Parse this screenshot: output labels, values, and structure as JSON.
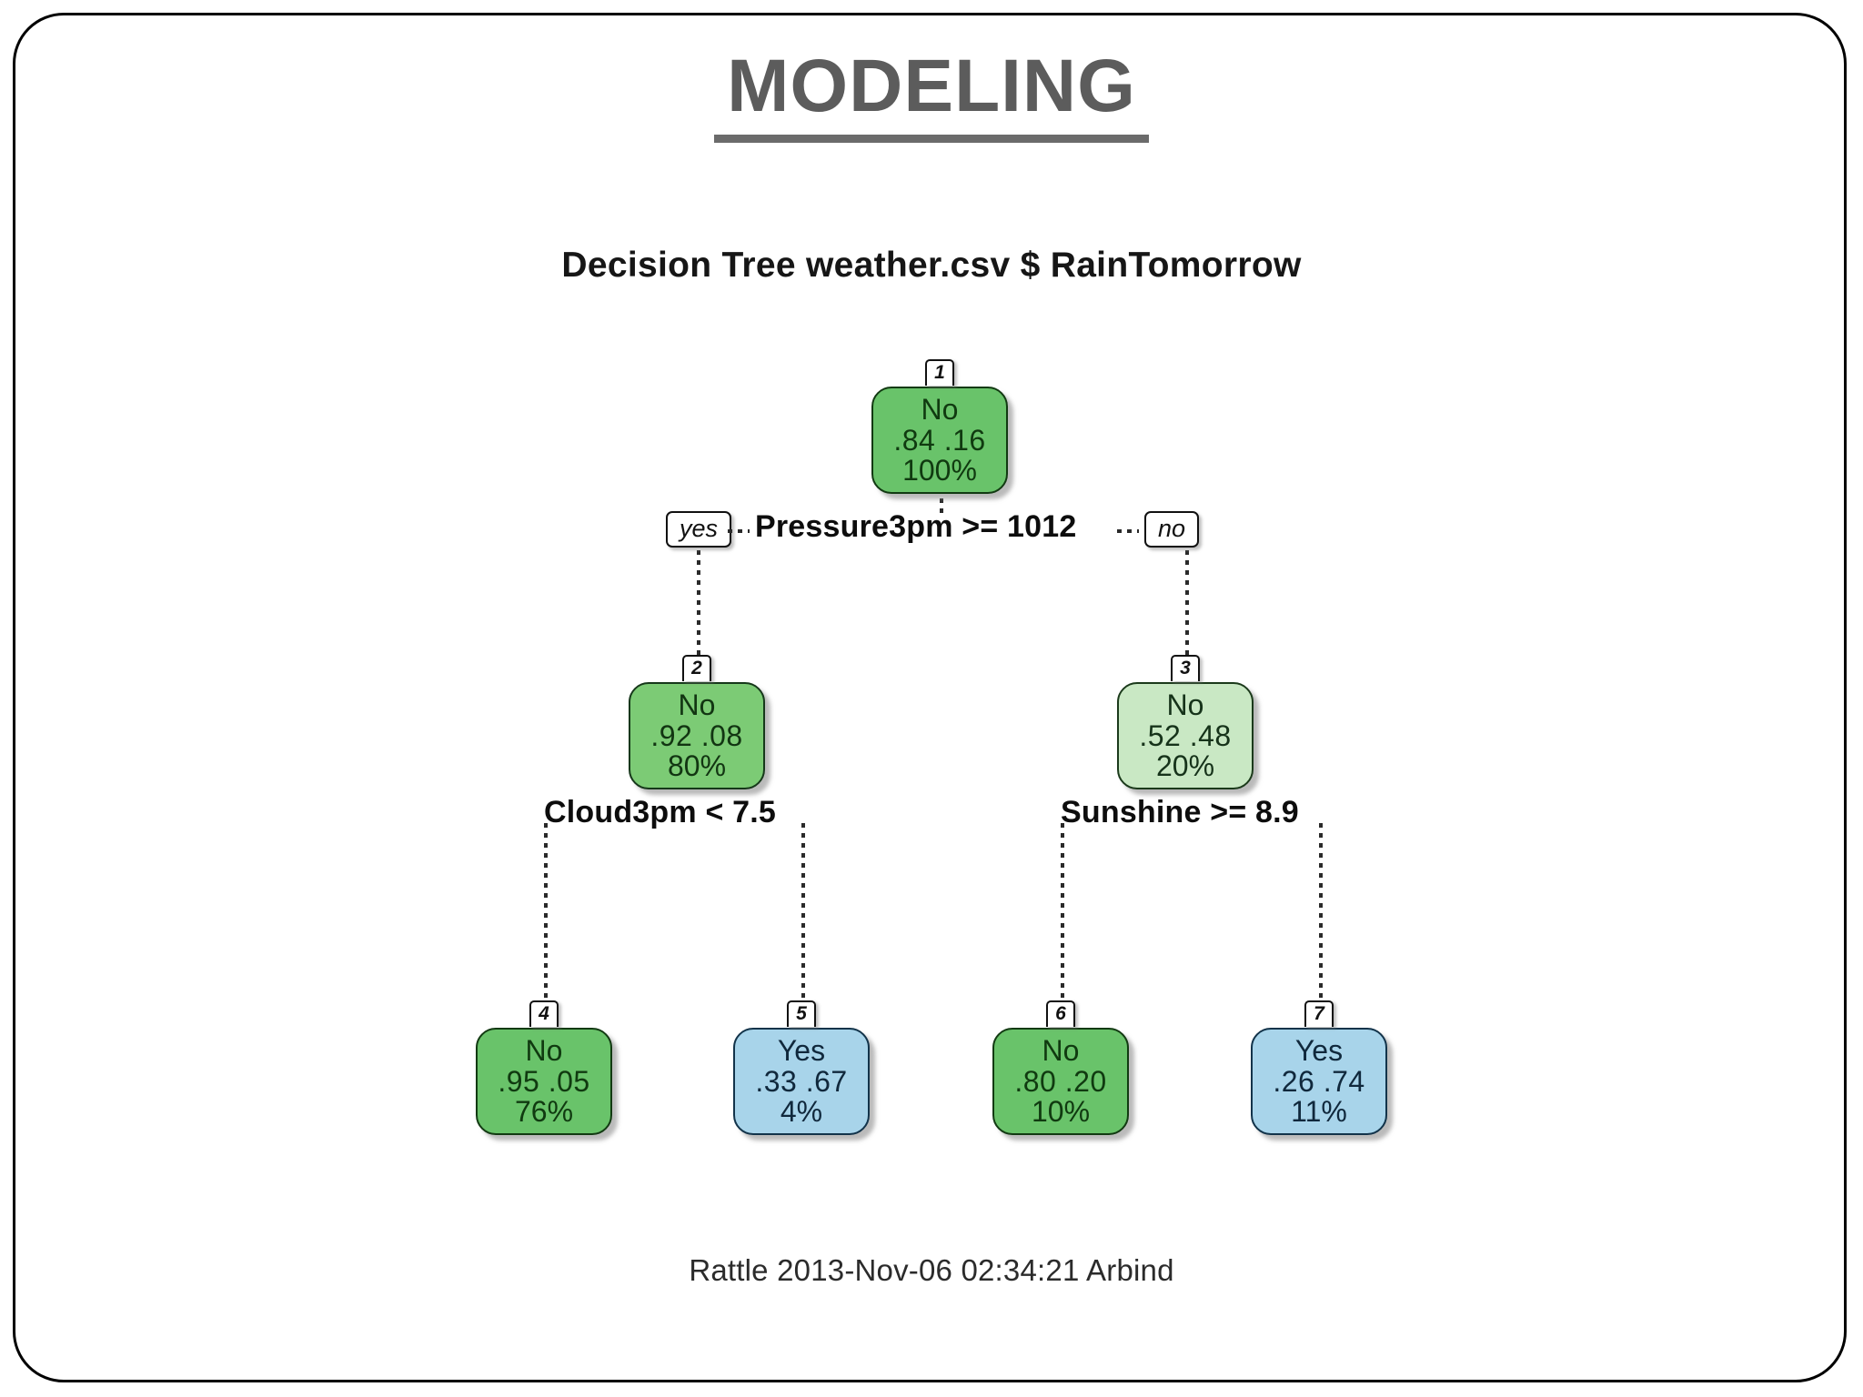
{
  "slide": {
    "title": "MODELING"
  },
  "chart_data": {
    "type": "tree",
    "title": "Decision Tree weather.csv $ RainTomorrow",
    "footer": "Rattle 2013-Nov-06 02:34:21 Arbind",
    "class_labels": [
      "No",
      "Yes"
    ],
    "nodes": [
      {
        "id": "1",
        "class": "No",
        "probs": ".84  .16",
        "prob_no": 0.84,
        "prob_yes": 0.16,
        "percent": "100%",
        "fill": "#69c36a",
        "level": 0
      },
      {
        "id": "2",
        "class": "No",
        "probs": ".92  .08",
        "prob_no": 0.92,
        "prob_yes": 0.08,
        "percent": "80%",
        "fill": "#7ccb75",
        "level": 1
      },
      {
        "id": "3",
        "class": "No",
        "probs": ".52  .48",
        "prob_no": 0.52,
        "prob_yes": 0.48,
        "percent": "20%",
        "fill": "#c9e8c4",
        "level": 1
      },
      {
        "id": "4",
        "class": "No",
        "probs": ".95  .05",
        "prob_no": 0.95,
        "prob_yes": 0.05,
        "percent": "76%",
        "fill": "#69c36a",
        "level": 2
      },
      {
        "id": "5",
        "class": "Yes",
        "probs": ".33  .67",
        "prob_no": 0.33,
        "prob_yes": 0.67,
        "percent": "4%",
        "fill": "#a8d4ea",
        "level": 2
      },
      {
        "id": "6",
        "class": "No",
        "probs": ".80  .20",
        "prob_no": 0.8,
        "prob_yes": 0.2,
        "percent": "10%",
        "fill": "#69c36a",
        "level": 2
      },
      {
        "id": "7",
        "class": "Yes",
        "probs": ".26  .74",
        "prob_no": 0.26,
        "prob_yes": 0.74,
        "percent": "11%",
        "fill": "#a8d4ea",
        "level": 2
      }
    ],
    "splits": [
      {
        "condition": "Pressure3pm >= 1012",
        "yes_label": "yes",
        "no_label": "no",
        "parent": "1",
        "yes_child": "2",
        "no_child": "3"
      },
      {
        "condition": "Cloud3pm < 7.5",
        "parent": "2",
        "yes_child": "4",
        "no_child": "5"
      },
      {
        "condition": "Sunshine >= 8.9",
        "parent": "3",
        "yes_child": "6",
        "no_child": "7"
      }
    ]
  }
}
